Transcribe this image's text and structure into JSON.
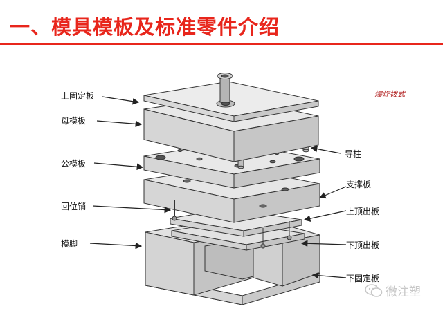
{
  "title": "一、模具模板及标准零件介绍",
  "stamp": "爆炸拨式",
  "watermark": "微注塑",
  "colors": {
    "title": "#e8261c",
    "plate_top": "#e4e4e4",
    "plate_side": "#c9c9c9",
    "plate_front": "#d6d6d6",
    "outline": "#333333"
  },
  "labels": {
    "top_clamp_plate": "上固定板",
    "cavity_plate": "母模板",
    "core_plate": "公模板",
    "return_pin": "回位销",
    "spacer_block": "模脚",
    "guide_pillar": "导柱",
    "support_plate": "支撑板",
    "upper_ejector_plate": "上顶出板",
    "lower_ejector_plate": "下顶出板",
    "bottom_clamp_plate": "下固定板"
  }
}
